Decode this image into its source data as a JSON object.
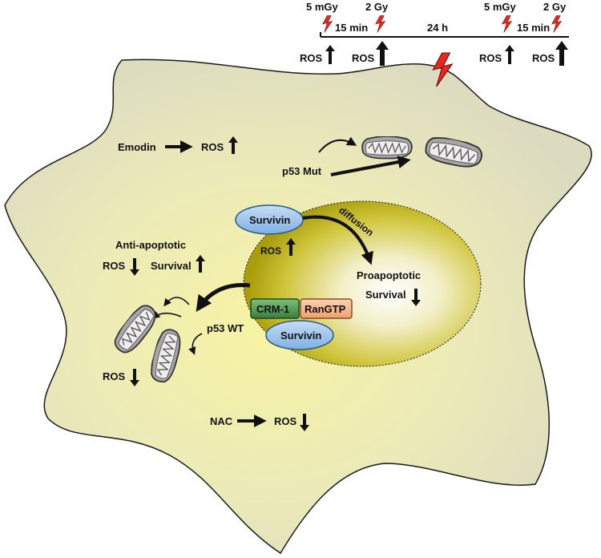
{
  "timeline": {
    "doses": [
      "5 mGy",
      "2 Gy",
      "5 mGy",
      "2 Gy"
    ],
    "intervals": [
      "15 min",
      "24 h",
      "15 min"
    ],
    "ros_labels": [
      "ROS",
      "ROS",
      "ROS",
      "ROS"
    ]
  },
  "cell": {
    "emodin": "Emodin",
    "emodin_ros": "ROS",
    "p53_mut": "p53 Mut",
    "anti_apoptotic": "Anti-apoptotic",
    "anti_ros": "ROS",
    "anti_survival": "Survival",
    "p53_wt": "p53 WT",
    "mito_ros": "ROS",
    "nac": "NAC",
    "nac_ros": "ROS"
  },
  "nucleus": {
    "survivin_top": "Survivin",
    "diffusion": "diffusion",
    "ros": "ROS",
    "proapoptotic": "Proapoptotic",
    "survival": "Survival",
    "crm1": "CRM-1",
    "rangtp": "RanGTP",
    "survivin_bottom": "Survivin"
  },
  "colors": {
    "cell_fill": "#e6e4c2",
    "cell_center": "#f4f2a8",
    "nucleus_edge": "#b4aa10",
    "survivin": "#9ec4ea",
    "crm1": "#4f9a4f",
    "rangtp": "#f6b58a",
    "lightning": "#e8281e",
    "mito": "#a8a4a6"
  }
}
